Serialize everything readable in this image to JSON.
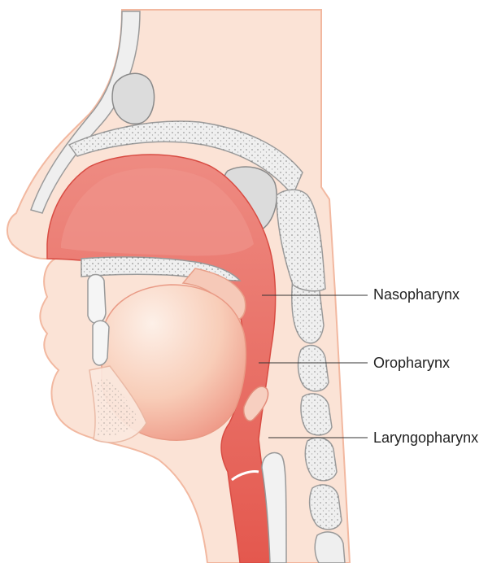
{
  "labels": {
    "nasopharynx": "Nasopharynx",
    "oropharynx": "Oropharynx",
    "laryngopharynx": "Laryngopharynx"
  },
  "colors": {
    "skin": "#fbe3d6",
    "skin_outline": "#f2b8a0",
    "airway": "#ec7a72",
    "airway_dark": "#e05a52",
    "bone": "#efefef",
    "bone_outline": "#9a9a9a",
    "leader_line": "#333333"
  }
}
